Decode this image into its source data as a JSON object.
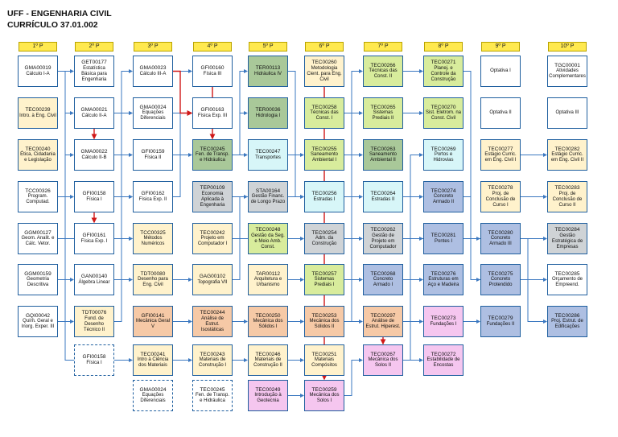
{
  "header": {
    "line1": "UFF - ENGENHARIA CIVIL",
    "line2": "CURRÍCULO 37.01.002"
  },
  "semesters": [
    "1º P",
    "2º P",
    "3º P",
    "4º P",
    "5º P",
    "6º P",
    "7º P",
    "8º P",
    "9º P",
    "10º P"
  ],
  "colors": {
    "white": "#ffffff",
    "cream": "#fff2cc",
    "lgreen": "#d8ec9c",
    "gray": "#cfd3d6",
    "dgreen": "#a9c899",
    "cyan": "#d7f6f8",
    "blue": "#aebfe2",
    "pink": "#f5c6ef",
    "orange": "#f6c9a6",
    "link": "#3b78c0",
    "highlight_link": "#d01818",
    "semester": "#ffe94f"
  },
  "courses": [
    {
      "id": "GMA00019",
      "col": 0,
      "row": 0,
      "color": "white",
      "code": "GMA00019",
      "name": "Cálculo I-A"
    },
    {
      "id": "TEC00239",
      "col": 0,
      "row": 1,
      "color": "cream",
      "code": "TEC00239",
      "name": "Intro. à Eng. Civil"
    },
    {
      "id": "TEC00240",
      "col": 0,
      "row": 2,
      "color": "cream",
      "code": "TEC00240",
      "name": "Ética, Cidadania e Legislação"
    },
    {
      "id": "TCC00326",
      "col": 0,
      "row": 3,
      "color": "white",
      "code": "TCC00326",
      "name": "Program. Computad."
    },
    {
      "id": "GGM00127",
      "col": 0,
      "row": 4,
      "color": "white",
      "code": "GGM00127",
      "name": "Geom. Analit. e Cálc. Vetor."
    },
    {
      "id": "GGM00159",
      "col": 0,
      "row": 5,
      "color": "white",
      "code": "GGM00159",
      "name": "Geometria Descritiva"
    },
    {
      "id": "GQI00042",
      "col": 0,
      "row": 6,
      "color": "white",
      "code": "GQI00042",
      "name": "Quím. Geral e Inorg. Exper. III"
    },
    {
      "id": "GET00177",
      "col": 1,
      "row": 0,
      "color": "white",
      "code": "GET00177",
      "name": "Estatística Básica para Engenharia"
    },
    {
      "id": "GMA00021",
      "col": 1,
      "row": 1,
      "color": "white",
      "code": "GMA00021",
      "name": "Cálculo II-A"
    },
    {
      "id": "GMA00022",
      "col": 1,
      "row": 2,
      "color": "white",
      "code": "GMA00022",
      "name": "Cálculo II-B"
    },
    {
      "id": "GFI00158",
      "col": 1,
      "row": 3,
      "color": "white",
      "code": "GFI00158",
      "name": "Física I"
    },
    {
      "id": "GFI00161",
      "col": 1,
      "row": 4,
      "color": "white",
      "code": "GFI00161",
      "name": "Física Exp. I"
    },
    {
      "id": "GAN00140",
      "col": 1,
      "row": 5,
      "color": "white",
      "code": "GAN00140",
      "name": "Álgebra Linear"
    },
    {
      "id": "TDT00076",
      "col": 1,
      "row": 6,
      "color": "cream",
      "code": "TDT00076",
      "name": "Fund. de Desenho Técnico II"
    },
    {
      "id": "GFI00158b",
      "col": 1,
      "row": 7,
      "color": "white",
      "dashed": true,
      "code": "GFI00158",
      "name": "Física I"
    },
    {
      "id": "GMA00023",
      "col": 2,
      "row": 0,
      "color": "white",
      "code": "GMA00023",
      "name": "Cálculo III-A"
    },
    {
      "id": "GMA00024",
      "col": 2,
      "row": 1,
      "color": "white",
      "code": "GMA00024",
      "name": "Equações Diferenciais"
    },
    {
      "id": "GFI00159",
      "col": 2,
      "row": 2,
      "color": "white",
      "code": "GFI00159",
      "name": "Física II"
    },
    {
      "id": "GFI00162",
      "col": 2,
      "row": 3,
      "color": "white",
      "code": "GFI00162",
      "name": "Física Exp. II"
    },
    {
      "id": "TCC00325",
      "col": 2,
      "row": 4,
      "color": "cream",
      "code": "TCC00325",
      "name": "Métodos Numéricos"
    },
    {
      "id": "TDT00080",
      "col": 2,
      "row": 5,
      "color": "cream",
      "code": "TDT00080",
      "name": "Desenho para Eng. Civil"
    },
    {
      "id": "GFI00141",
      "col": 2,
      "row": 6,
      "color": "orange",
      "code": "GFI00141",
      "name": "Mecânica Geral V"
    },
    {
      "id": "TEC00241",
      "col": 2,
      "row": 7,
      "color": "cream",
      "code": "TEC00241",
      "name": "Intro à Ciência dos Materiais"
    },
    {
      "id": "GMA00024b",
      "col": 2,
      "row": 8,
      "color": "white",
      "dashed": true,
      "code": "GMA00024",
      "name": "Equações Diferenciais"
    },
    {
      "id": "GFI00160",
      "col": 3,
      "row": 0,
      "color": "white",
      "code": "GFI00160",
      "name": "Física III"
    },
    {
      "id": "GFI00163",
      "col": 3,
      "row": 1,
      "color": "white",
      "code": "GFI00163",
      "name": "Física Exp. III"
    },
    {
      "id": "TEC00245",
      "col": 3,
      "row": 2,
      "color": "dgreen",
      "code": "TEC00245",
      "name": "Fen. de Transp. e Hidráulica"
    },
    {
      "id": "TEP00109",
      "col": 3,
      "row": 3,
      "color": "gray",
      "code": "TEP00109",
      "name": "Economia Aplicada à Engenharia"
    },
    {
      "id": "TEC00242",
      "col": 3,
      "row": 4,
      "color": "cream",
      "code": "TEC00242",
      "name": "Projeto em Computador I"
    },
    {
      "id": "GAG00102",
      "col": 3,
      "row": 5,
      "color": "cream",
      "code": "GAG00102",
      "name": "Topografia VII"
    },
    {
      "id": "TEC00244",
      "col": 3,
      "row": 6,
      "color": "orange",
      "code": "TEC00244",
      "name": "Análise de Estrut. Isostáticas"
    },
    {
      "id": "TEC00243",
      "col": 3,
      "row": 7,
      "color": "cream",
      "code": "TEC00243",
      "name": "Materiais de Construção I"
    },
    {
      "id": "TEC00245b",
      "col": 3,
      "row": 8,
      "color": "white",
      "dashed": true,
      "code": "TEC00245",
      "name": "Fen. de Transp. e Hidráulica"
    },
    {
      "id": "TER00113",
      "col": 4,
      "row": 0,
      "color": "dgreen",
      "code": "TER00113",
      "name": "Hidráulica IV"
    },
    {
      "id": "TER00036",
      "col": 4,
      "row": 1,
      "color": "dgreen",
      "code": "TER00036",
      "name": "Hidrologia I"
    },
    {
      "id": "TEC00247",
      "col": 4,
      "row": 2,
      "color": "cyan",
      "code": "TEC00247",
      "name": "Transportes"
    },
    {
      "id": "STA00164",
      "col": 4,
      "row": 3,
      "color": "gray",
      "code": "STA00164",
      "name": "Gestão Financ. de Longo Prazo"
    },
    {
      "id": "TEC00248",
      "col": 4,
      "row": 4,
      "color": "lgreen",
      "code": "TEC00248",
      "name": "Gestão da Seg. e Meio Amb. Const."
    },
    {
      "id": "TAR00112",
      "col": 4,
      "row": 5,
      "color": "cream",
      "code": "TAR00112",
      "name": "Arquitetura e Urbanismo"
    },
    {
      "id": "TEC00250",
      "col": 4,
      "row": 6,
      "color": "orange",
      "code": "TEC00250",
      "name": "Mecânica dos Sólidos I"
    },
    {
      "id": "TEC00246",
      "col": 4,
      "row": 7,
      "color": "cream",
      "code": "TEC00246",
      "name": "Materiais de Construção II"
    },
    {
      "id": "TEC00249",
      "col": 4,
      "row": 8,
      "color": "pink",
      "code": "TEC00249",
      "name": "Introdução à Geotecnia"
    },
    {
      "id": "TEC00260",
      "col": 5,
      "row": 0,
      "color": "cream",
      "code": "TEC00260",
      "name": "Metodologia Cient. para Eng. Civil"
    },
    {
      "id": "TEC00258",
      "col": 5,
      "row": 1,
      "color": "lgreen",
      "code": "TEC00258",
      "name": "Técnicas das Const. I"
    },
    {
      "id": "TEC00255",
      "col": 5,
      "row": 2,
      "color": "lgreen",
      "code": "TEC00255",
      "name": "Saneamento Ambiental I"
    },
    {
      "id": "TEC00256",
      "col": 5,
      "row": 3,
      "color": "cyan",
      "code": "TEC00256",
      "name": "Estradas I"
    },
    {
      "id": "TEC00254",
      "col": 5,
      "row": 4,
      "color": "gray",
      "code": "TEC00254",
      "name": "Adm. da Construção"
    },
    {
      "id": "TEC00257",
      "col": 5,
      "row": 5,
      "color": "lgreen",
      "code": "TEC00257",
      "name": "Sistemas Prediais I"
    },
    {
      "id": "TEC00253",
      "col": 5,
      "row": 6,
      "color": "orange",
      "code": "TEC00253",
      "name": "Mecânica dos Sólidos II"
    },
    {
      "id": "TEC00251",
      "col": 5,
      "row": 7,
      "color": "cream",
      "code": "TEC00251",
      "name": "Materiais Compósitos"
    },
    {
      "id": "TEC00259",
      "col": 5,
      "row": 8,
      "color": "pink",
      "code": "TEC00259",
      "name": "Mecânica dos Solos I"
    },
    {
      "id": "TEC00266",
      "col": 6,
      "row": 0,
      "color": "lgreen",
      "code": "TEC00266",
      "name": "Técnicas das Const. II"
    },
    {
      "id": "TEC00265",
      "col": 6,
      "row": 1,
      "color": "lgreen",
      "code": "TEC00265",
      "name": "Sistemas Prediais II"
    },
    {
      "id": "TEC00263",
      "col": 6,
      "row": 2,
      "color": "dgreen",
      "code": "TEC00263",
      "name": "Saneamento Ambiental II"
    },
    {
      "id": "TEC00264",
      "col": 6,
      "row": 3,
      "color": "cyan",
      "code": "TEC00264",
      "name": "Estradas II"
    },
    {
      "id": "TEC00262",
      "col": 6,
      "row": 4,
      "color": "gray",
      "code": "TEC00262",
      "name": "Gestão de Projeto em Computador"
    },
    {
      "id": "TEC00268",
      "col": 6,
      "row": 5,
      "color": "blue",
      "code": "TEC00268",
      "name": "Concreto Armado I"
    },
    {
      "id": "TEC00297",
      "col": 6,
      "row": 6,
      "color": "orange",
      "code": "TEC00297",
      "name": "Análise de Estrut. Hiperest."
    },
    {
      "id": "TEC00267",
      "col": 6,
      "row": 7,
      "color": "pink",
      "code": "TEC00267",
      "name": "Mecânica dos Solos II"
    },
    {
      "id": "TEC00271",
      "col": 7,
      "row": 0,
      "color": "lgreen",
      "code": "TEC00271",
      "name": "Planej. e Controle da Construção"
    },
    {
      "id": "TEC00270",
      "col": 7,
      "row": 1,
      "color": "lgreen",
      "code": "TEC00270",
      "name": "Sist. Eletrom. na Const. Civil"
    },
    {
      "id": "TEC00269",
      "col": 7,
      "row": 2,
      "color": "cyan",
      "code": "TEC00269",
      "name": "Portos e Hidrovias"
    },
    {
      "id": "TEC00274",
      "col": 7,
      "row": 3,
      "color": "blue",
      "code": "TEC00274",
      "name": "Concreto Armado II"
    },
    {
      "id": "TEC00281",
      "col": 7,
      "row": 4,
      "color": "blue",
      "code": "TEC00281",
      "name": "Pontes I"
    },
    {
      "id": "TEC00276",
      "col": 7,
      "row": 5,
      "color": "blue",
      "code": "TEC00276",
      "name": "Estruturas em Aço e Madeira"
    },
    {
      "id": "TEC00273",
      "col": 7,
      "row": 6,
      "color": "pink",
      "code": "TEC00273",
      "name": "Fundações I"
    },
    {
      "id": "TEC00272",
      "col": 7,
      "row": 7,
      "color": "pink",
      "code": "TEC00272",
      "name": "Estabilidade de Encostas"
    },
    {
      "id": "OPT1",
      "col": 8,
      "row": 0,
      "color": "white",
      "code": "",
      "name": "Optativa I"
    },
    {
      "id": "OPT2",
      "col": 8,
      "row": 1,
      "color": "white",
      "code": "",
      "name": "Optativa II"
    },
    {
      "id": "TEC00277",
      "col": 8,
      "row": 2,
      "color": "cream",
      "code": "TEC00277",
      "name": "Estágio Curric. em Eng. Civil I"
    },
    {
      "id": "TEC00278",
      "col": 8,
      "row": 3,
      "color": "cream",
      "code": "TEC00278",
      "name": "Proj. de Conclusão de Curso I"
    },
    {
      "id": "TEC00280",
      "col": 8,
      "row": 4,
      "color": "blue",
      "code": "TEC00280",
      "name": "Concreto Armado III"
    },
    {
      "id": "TEC00275",
      "col": 8,
      "row": 5,
      "color": "blue",
      "code": "TEC00275",
      "name": "Concreto Protendido"
    },
    {
      "id": "TEC00279",
      "col": 8,
      "row": 6,
      "color": "blue",
      "code": "TEC00279",
      "name": "Fundações II"
    },
    {
      "id": "TGC00001",
      "col": 9,
      "row": 0,
      "color": "white",
      "code": "TGC00001",
      "name": "Atividades Complementares"
    },
    {
      "id": "OPT3",
      "col": 9,
      "row": 1,
      "color": "white",
      "code": "",
      "name": "Optativa III"
    },
    {
      "id": "TEC00282",
      "col": 9,
      "row": 2,
      "color": "cream",
      "code": "TEC00282",
      "name": "Estágio Curric. em Eng. Civil II"
    },
    {
      "id": "TEC00283",
      "col": 9,
      "row": 3,
      "color": "cream",
      "code": "TEC00283",
      "name": "Proj. de Conclusão de Curso II"
    },
    {
      "id": "TEC00284",
      "col": 9,
      "row": 4,
      "color": "gray",
      "code": "TEC00284",
      "name": "Gestão Estratégica de Empresas"
    },
    {
      "id": "TEC00285",
      "col": 9,
      "row": 5,
      "color": "white",
      "code": "TEC00285",
      "name": "Orçamento de Empreend."
    },
    {
      "id": "TEC00286",
      "col": 9,
      "row": 6,
      "color": "blue",
      "code": "TEC00286",
      "name": "Proj. Estrut. de Edificações"
    }
  ],
  "links": [
    [
      "GMA00019",
      "GMA00021"
    ],
    [
      "GMA00019",
      "GFI00158"
    ],
    [
      "GMA00019",
      "GMA00022"
    ],
    [
      "GMA00019",
      "GET00177"
    ],
    [
      "GMA00021",
      "GMA00023"
    ],
    [
      "GMA00021",
      "GMA00024"
    ],
    [
      "GMA00022",
      "GMA00024"
    ],
    [
      "GFI00158",
      "GFI00159"
    ],
    [
      "GFI00158",
      "GFI00162"
    ],
    [
      "GFI00161",
      "GFI00162"
    ],
    [
      "GGM00127",
      "GAN00140"
    ],
    [
      "GGM00159",
      "TDT00076"
    ],
    [
      "GQI00042",
      "TEC00241"
    ],
    [
      "TCC00326",
      "TCC00325"
    ],
    [
      "GAN00140",
      "TCC00325"
    ],
    [
      "TDT00076",
      "TDT00080"
    ],
    [
      "GFI00159",
      "GFI00160"
    ],
    [
      "GFI00162",
      "GFI00163"
    ],
    [
      "GMA00024",
      "TEC00245"
    ],
    [
      "GFI00141",
      "TEC00244"
    ],
    [
      "TEC00241",
      "TEC00243"
    ],
    [
      "TDT00080",
      "GAG00102"
    ],
    [
      "TEC00245",
      "TER00113"
    ],
    [
      "TEC00245",
      "TER00036"
    ],
    [
      "TEC00245",
      "TEC00247"
    ],
    [
      "TEP00109",
      "STA00164"
    ],
    [
      "TEC00244",
      "TEC00250"
    ],
    [
      "TEC00243",
      "TEC00246"
    ],
    [
      "TEC00242",
      "TEC00254"
    ],
    [
      "GAG00102",
      "TEC00256"
    ],
    [
      "TAR00112",
      "TEC00257"
    ],
    [
      "TER00113",
      "TEC00255"
    ],
    [
      "TEC00247",
      "TEC00256"
    ],
    [
      "TEC00250",
      "TEC00253"
    ],
    [
      "TEC00246",
      "TEC00251"
    ],
    [
      "TEC00249",
      "TEC00259"
    ],
    [
      "TEC00258",
      "TEC00266"
    ],
    [
      "TEC00255",
      "TEC00263"
    ],
    [
      "TEC00256",
      "TEC00264"
    ],
    [
      "TEC00254",
      "TEC00262"
    ],
    [
      "TEC00257",
      "TEC00265"
    ],
    [
      "TEC00253",
      "TEC00268"
    ],
    [
      "TEC00253",
      "TEC00297"
    ],
    [
      "TEC00259",
      "TEC00267"
    ],
    [
      "TEC00266",
      "TEC00271"
    ],
    [
      "TEC00265",
      "TEC00270"
    ],
    [
      "TEC00264",
      "TEC00269"
    ],
    [
      "TEC00268",
      "TEC00274"
    ],
    [
      "TEC00268",
      "TEC00276"
    ],
    [
      "TEC00297",
      "TEC00281"
    ],
    [
      "TEC00267",
      "TEC00273"
    ],
    [
      "TEC00267",
      "TEC00272"
    ],
    [
      "TEC00274",
      "TEC00280"
    ],
    [
      "TEC00274",
      "TEC00275"
    ],
    [
      "TEC00273",
      "TEC00279"
    ],
    [
      "TEC00277",
      "TEC00282"
    ],
    [
      "TEC00278",
      "TEC00283"
    ],
    [
      "TEC00280",
      "TEC00286"
    ],
    [
      "TEC00262",
      "TEC00284"
    ],
    [
      "TEC00271",
      "TEC00285"
    ]
  ],
  "highlight_links": [
    [
      "GMA00021",
      "GMA00022"
    ],
    [
      "GFI00158",
      "GFI00161"
    ],
    [
      "GFI00160",
      "TEC00245"
    ],
    [
      "GMA00023",
      "GFI00163"
    ],
    [
      "TEC00260",
      "TEC00259"
    ],
    [
      "TEC00297",
      "TEC00267"
    ]
  ]
}
